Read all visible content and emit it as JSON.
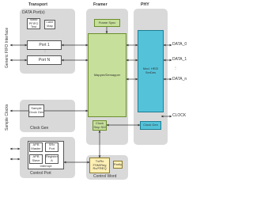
{
  "columns": {
    "transport": "Transport",
    "framer": "Framer",
    "phy": "PHY"
  },
  "transport": {
    "data_ports_title": "DATA Port(s)",
    "static_fifo": "Static\nPFIFO\nTest",
    "lane_map": "Lane\nMap",
    "port_1": "Port 1",
    "port_n": "Port N",
    "generic_fifo_interface": "Generic FIFO Interface",
    "sample_clocks": "Sample Clocks",
    "sample_clock_gen": "Sample\nClock Gen",
    "clock_gen": "Clock Gen",
    "apb_master": "APB\nMaster",
    "ssi_port": "SRx\nPort",
    "apb_slave": "APB\nSlave",
    "register_a": "Register\nA",
    "interrupt": "Interrupt",
    "control_port": "Control Port"
  },
  "framer": {
    "frame_sync": "Frame Sync",
    "mapper_demapper": "Mapper/Demapper",
    "clock_stop": "Clock\nStop SM",
    "control_fsm": "Tx/Rx\nFSM/Reg\nRx/FREQ",
    "parity": "Parity",
    "control_word": "Control Word"
  },
  "phy": {
    "mod": "Mod. HRZI\nSerDes",
    "clock_gen": "Clock Gen"
  },
  "signals": {
    "data_0": "DATA_0",
    "data_1": "DATA_1",
    "data_n": "DATA_n",
    "clock": "CLOCK"
  },
  "colors": {
    "panel": "#d9d9d9",
    "green": "#c6df9a",
    "blue": "#54c3da",
    "yellow": "#fff0b5"
  }
}
